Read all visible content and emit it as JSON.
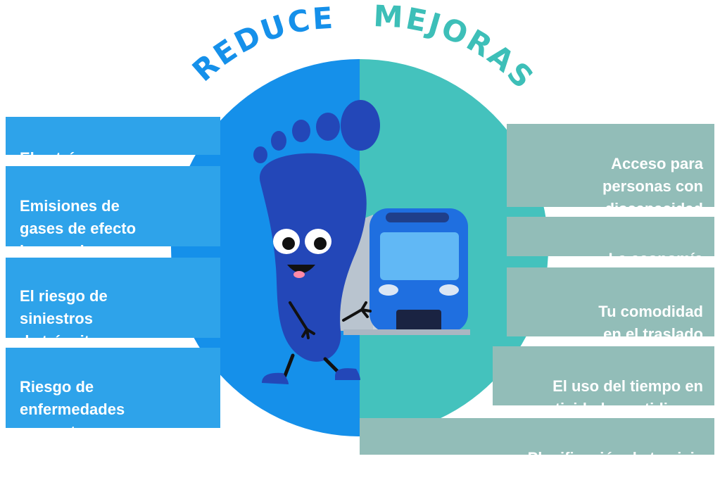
{
  "headings": {
    "left": "REDUCE",
    "right": "MEJORAS"
  },
  "reduce_items": [
    "El estrés",
    "Emisiones de\ngases de efecto\ninvernadero",
    "El riesgo de\nsiniestros\nde tránsito",
    "Riesgo de\nenfermedades\ny muertes"
  ],
  "improve_items": [
    "Acceso para\npersonas con\ndiscapacidad",
    "La economía",
    "Tu comodidad\nen el traslado",
    "El uso del tiempo en\nactividades cotidianas",
    "Planificación de tu viaje"
  ],
  "colors": {
    "left_half": "#1590ea",
    "right_half": "#44c2bd",
    "left_box": "#2ea3ea",
    "right_box": "#92bdb8",
    "footprint": "#2347b8",
    "train": "#1f6fe0"
  },
  "icons": {
    "mascot": "footprint-mascot-icon",
    "train": "train-icon"
  }
}
